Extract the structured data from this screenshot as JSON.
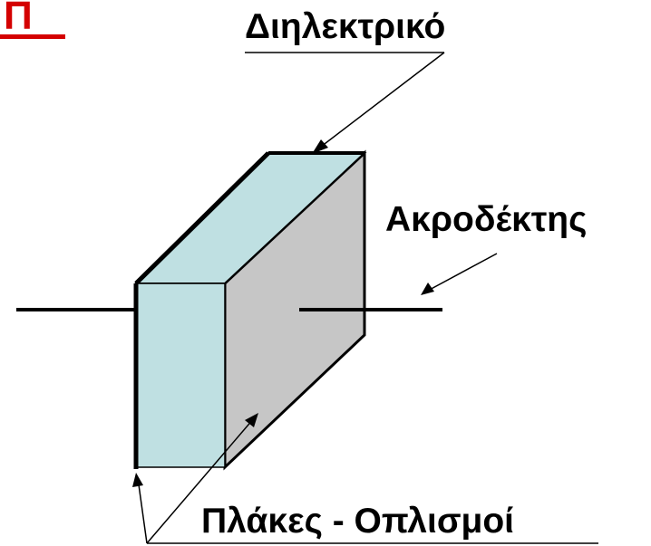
{
  "labels": {
    "dielectric": "Διηλεκτρικό",
    "terminal": "Ακροδέκτης",
    "plates": "Πλάκες - Οπλισμοί"
  },
  "heading_fragment": "Π",
  "colors": {
    "dielectric_fill": "#bfe0e2",
    "plate_fill": "#c6c6c6",
    "stroke": "#000000",
    "heading": "#d40000"
  }
}
